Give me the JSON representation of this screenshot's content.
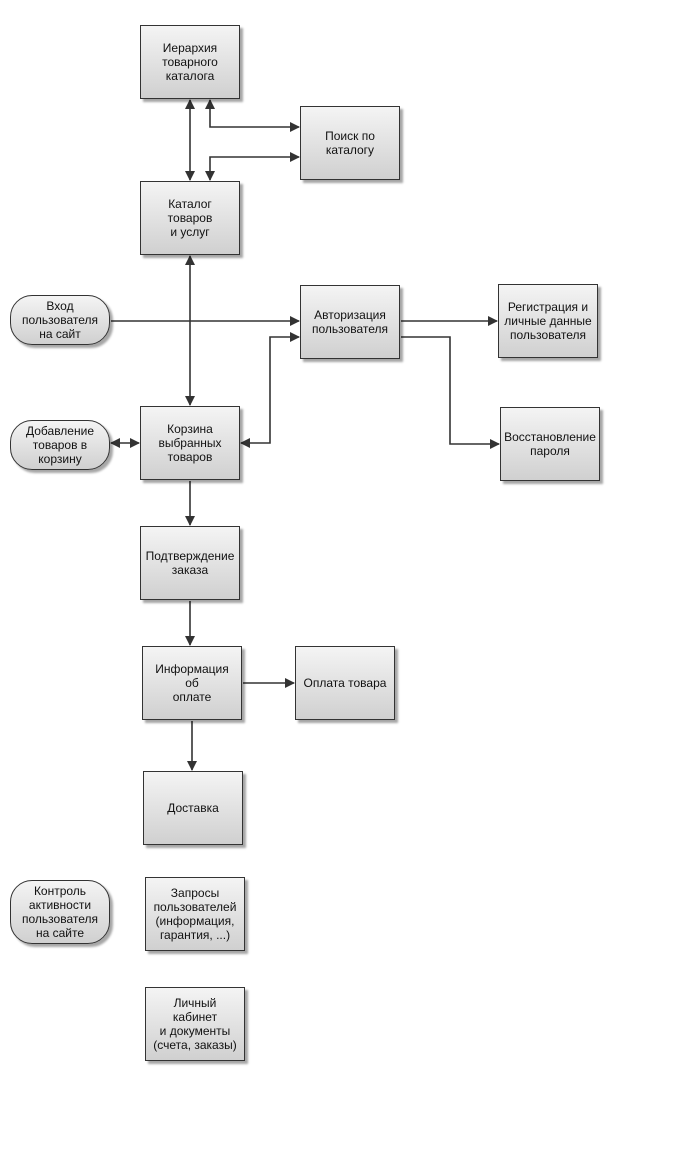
{
  "diagram": {
    "nodes": {
      "catalog_hierarchy": "Иерархия\nтоварного\nкаталога",
      "catalog_search": "Поиск по\nкаталогу",
      "catalog": "Каталог товаров\nи услуг",
      "user_login": "Вход\nпользователя\nна сайт",
      "authorization": "Авторизация\nпользователя",
      "registration": "Регистрация и\nличные данные\nпользователя",
      "add_to_cart": "Добавление\nтоваров в\nкорзину",
      "cart": "Корзина\nвыбранных\nтоваров",
      "password_recovery": "Восстановление\nпароля",
      "order_confirmation": "Подтверждение\nзаказа",
      "payment_info": "Информация об\nоплате",
      "payment": "Оплата товара",
      "delivery": "Доставка",
      "activity_control": "Контроль\nактивности\nпользователя\nна сайте",
      "user_requests": "Запросы\nпользователей\n(информация,\nгарантия, ...)",
      "account": "Личный кабинет\nи документы\n(счета, заказы)"
    },
    "edges": [
      {
        "from": "catalog_hierarchy",
        "to": "catalog",
        "arrow": "both"
      },
      {
        "from": "catalog_hierarchy",
        "to": "catalog_search",
        "arrow": "both"
      },
      {
        "from": "catalog",
        "to": "catalog_search",
        "arrow": "both"
      },
      {
        "from": "catalog",
        "to": "cart",
        "arrow": "both"
      },
      {
        "from": "user_login",
        "to": "authorization",
        "arrow": "end"
      },
      {
        "from": "authorization",
        "to": "registration",
        "arrow": "end"
      },
      {
        "from": "authorization",
        "to": "password_recovery",
        "arrow": "end"
      },
      {
        "from": "authorization",
        "to": "cart",
        "arrow": "both"
      },
      {
        "from": "add_to_cart",
        "to": "cart",
        "arrow": "both"
      },
      {
        "from": "cart",
        "to": "order_confirmation",
        "arrow": "end"
      },
      {
        "from": "order_confirmation",
        "to": "payment_info",
        "arrow": "end"
      },
      {
        "from": "payment_info",
        "to": "payment",
        "arrow": "end"
      },
      {
        "from": "payment_info",
        "to": "delivery",
        "arrow": "end"
      }
    ],
    "colors": {
      "line": "#333333",
      "fill_top": "#f4f4f4",
      "fill_bottom": "#d0d0d0"
    }
  }
}
